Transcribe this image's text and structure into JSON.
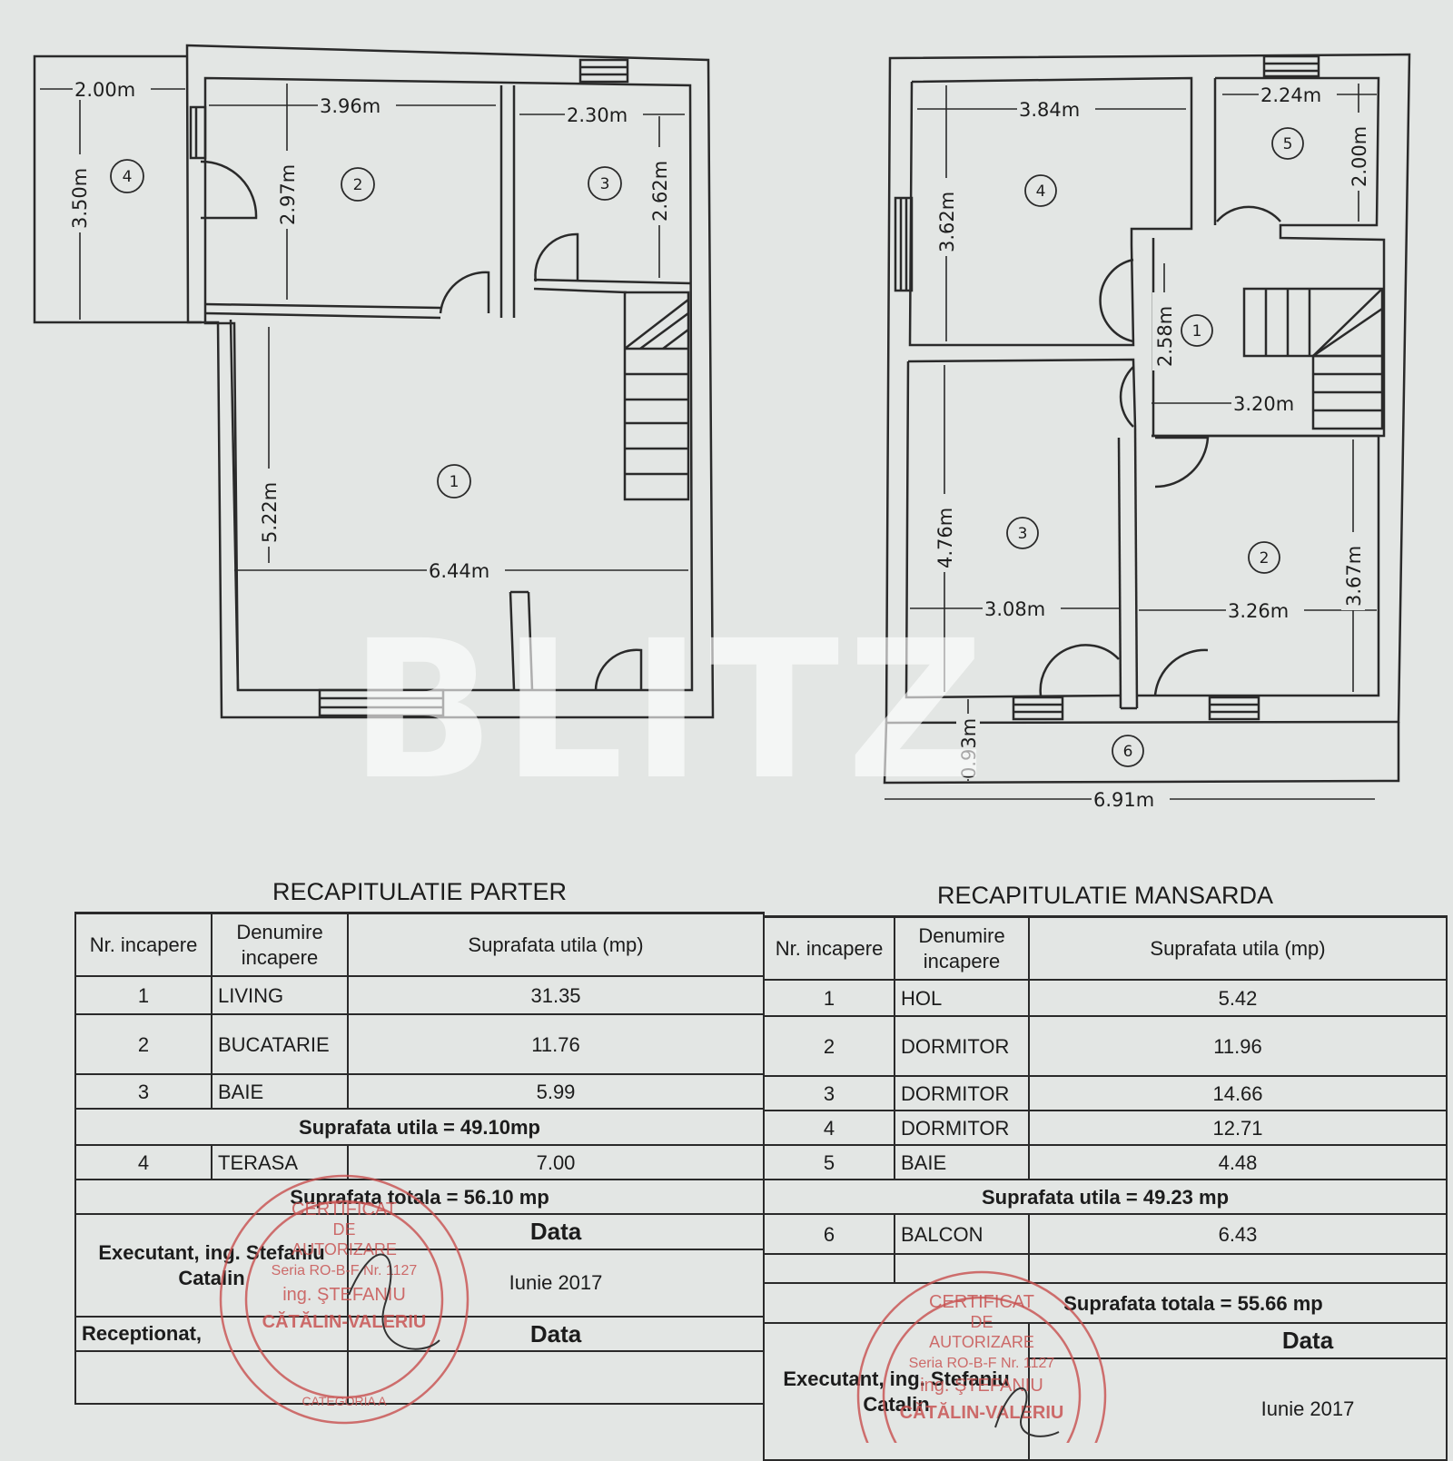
{
  "watermark": "BLITZ",
  "ground_floor_plan": {
    "dimensions": [
      "2.00m",
      "3.96m",
      "2.30m",
      "3.50m",
      "2.97m",
      "2.62m",
      "5.22m",
      "6.44m"
    ],
    "rooms": [
      "1",
      "2",
      "3",
      "4"
    ]
  },
  "attic_plan": {
    "dimensions": [
      "3.84m",
      "2.24m",
      "2.00m",
      "3.62m",
      "2.58m",
      "3.20m",
      "4.76m",
      "3.67m",
      "3.08m",
      "3.26m",
      "0.93m",
      "6.91m"
    ],
    "rooms": [
      "1",
      "2",
      "3",
      "4",
      "5",
      "6"
    ]
  },
  "parter": {
    "title": "RECAPITULATIE PARTER",
    "headers": [
      "Nr. incapere",
      "Denumire incapere",
      "Suprafata utila (mp)"
    ],
    "rows": [
      {
        "nr": "1",
        "name": "LIVING",
        "area": "31.35"
      },
      {
        "nr": "2",
        "name": "BUCATARIE",
        "area": "11.76"
      },
      {
        "nr": "3",
        "name": "BAIE",
        "area": "5.99"
      }
    ],
    "subtotal": "Suprafata utila = 49.10mp",
    "extra_rows": [
      {
        "nr": "4",
        "name": "TERASA",
        "area": "7.00"
      }
    ],
    "total": "Suprafata totala = 56.10 mp",
    "executant": "Executant, ing. Stefaniu Catalin",
    "data_label": "Data",
    "date": "Iunie 2017",
    "receptionat": "Receptionat,",
    "data_label_2": "Data"
  },
  "mansarda": {
    "title": "RECAPITULATIE MANSARDA",
    "headers": [
      "Nr. incapere",
      "Denumire incapere",
      "Suprafata utila (mp)"
    ],
    "rows": [
      {
        "nr": "1",
        "name": "HOL",
        "area": "5.42"
      },
      {
        "nr": "2",
        "name": "DORMITOR",
        "area": "11.96"
      },
      {
        "nr": "3",
        "name": "DORMITOR",
        "area": "14.66"
      },
      {
        "nr": "4",
        "name": "DORMITOR",
        "area": "12.71"
      },
      {
        "nr": "5",
        "name": "BAIE",
        "area": "4.48"
      }
    ],
    "subtotal": "Suprafata utila = 49.23 mp",
    "extra_rows": [
      {
        "nr": "6",
        "name": "BALCON",
        "area": "6.43"
      }
    ],
    "total": "Suprafata totala = 55.66 mp",
    "data_label": "Data",
    "executant": "Executant, ing. Stefaniu Catalin",
    "date": "Iunie 2017"
  },
  "stamp": {
    "lines": [
      "CERTIFICAT",
      "DE",
      "AUTORIZARE",
      "Seria RO-B-F Nr. 1127",
      "ing. ŞTEFANIU",
      "CĂTĂLIN-VALERIU",
      "CATEGORIA A"
    ]
  },
  "colors": {
    "ink": "#1c1c1c",
    "stamp": "#c8504f",
    "paper": "#e3e6e4"
  }
}
